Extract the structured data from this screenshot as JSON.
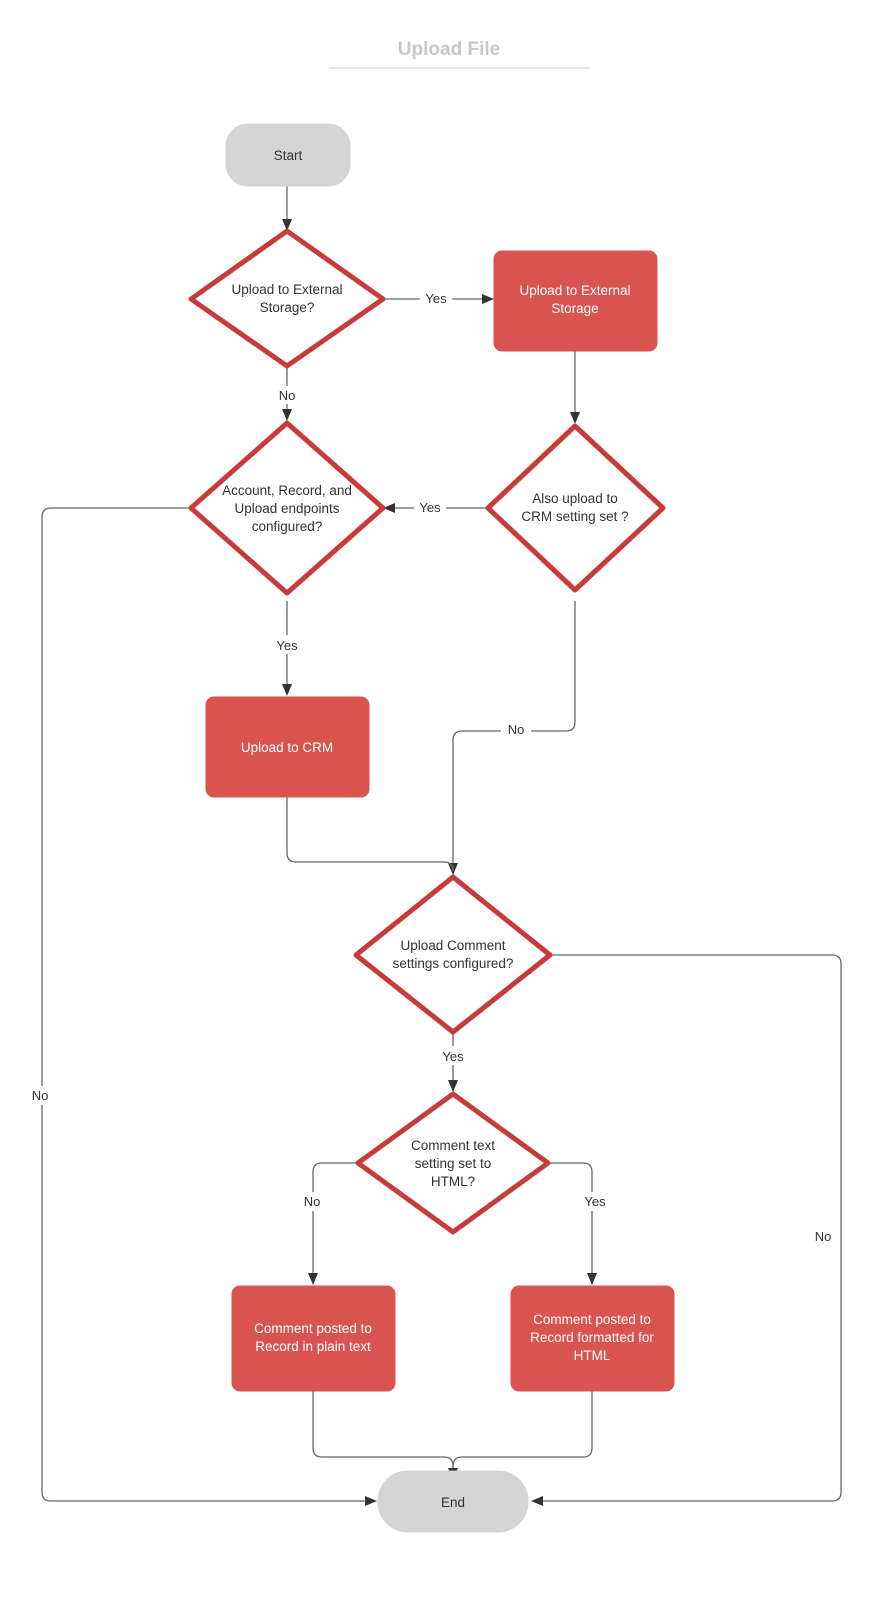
{
  "diagram": {
    "title": "Upload File",
    "colors": {
      "process_fill": "#d9534f",
      "decision_stroke": "#c73b3b",
      "terminal_fill": "#d4d4d4",
      "edge_stroke": "#666666",
      "title_text": "#c8c8c8",
      "label_light": "#ffffff",
      "label_dark": "#333333"
    },
    "nodes": {
      "start": {
        "label": "Start",
        "type": "terminal"
      },
      "upload_external_q": {
        "label_line1": "Upload to External",
        "label_line2": "Storage?",
        "type": "decision"
      },
      "upload_external": {
        "label_line1": "Upload to External",
        "label_line2": "Storage",
        "type": "process"
      },
      "endpoints_q": {
        "label_line1": "Account, Record, and",
        "label_line2": "Upload endpoints",
        "label_line3": "configured?",
        "type": "decision"
      },
      "also_crm_q": {
        "label_line1": "Also upload to",
        "label_line2": "CRM setting set ?",
        "type": "decision"
      },
      "upload_crm": {
        "label": "Upload to CRM",
        "type": "process"
      },
      "comment_settings_q": {
        "label_line1": "Upload Comment",
        "label_line2": "settings configured?",
        "type": "decision"
      },
      "comment_html_q": {
        "label_line1": "Comment text",
        "label_line2": "setting set to",
        "label_line3": "HTML?",
        "type": "decision"
      },
      "comment_plain": {
        "label_line1": "Comment posted to",
        "label_line2": "Record in plain text",
        "type": "process"
      },
      "comment_html": {
        "label_line1": "Comment posted to",
        "label_line2": "Record formatted for",
        "label_line3": "HTML",
        "type": "process"
      },
      "end": {
        "label": "End",
        "type": "terminal"
      }
    },
    "edges": {
      "external_yes": "Yes",
      "external_no": "No",
      "crm_setting_yes": "Yes",
      "crm_setting_no": "No",
      "endpoints_yes": "Yes",
      "endpoints_no": "No",
      "comment_settings_yes": "Yes",
      "comment_settings_no": "No",
      "comment_html_no": "No",
      "comment_html_yes": "Yes"
    }
  }
}
